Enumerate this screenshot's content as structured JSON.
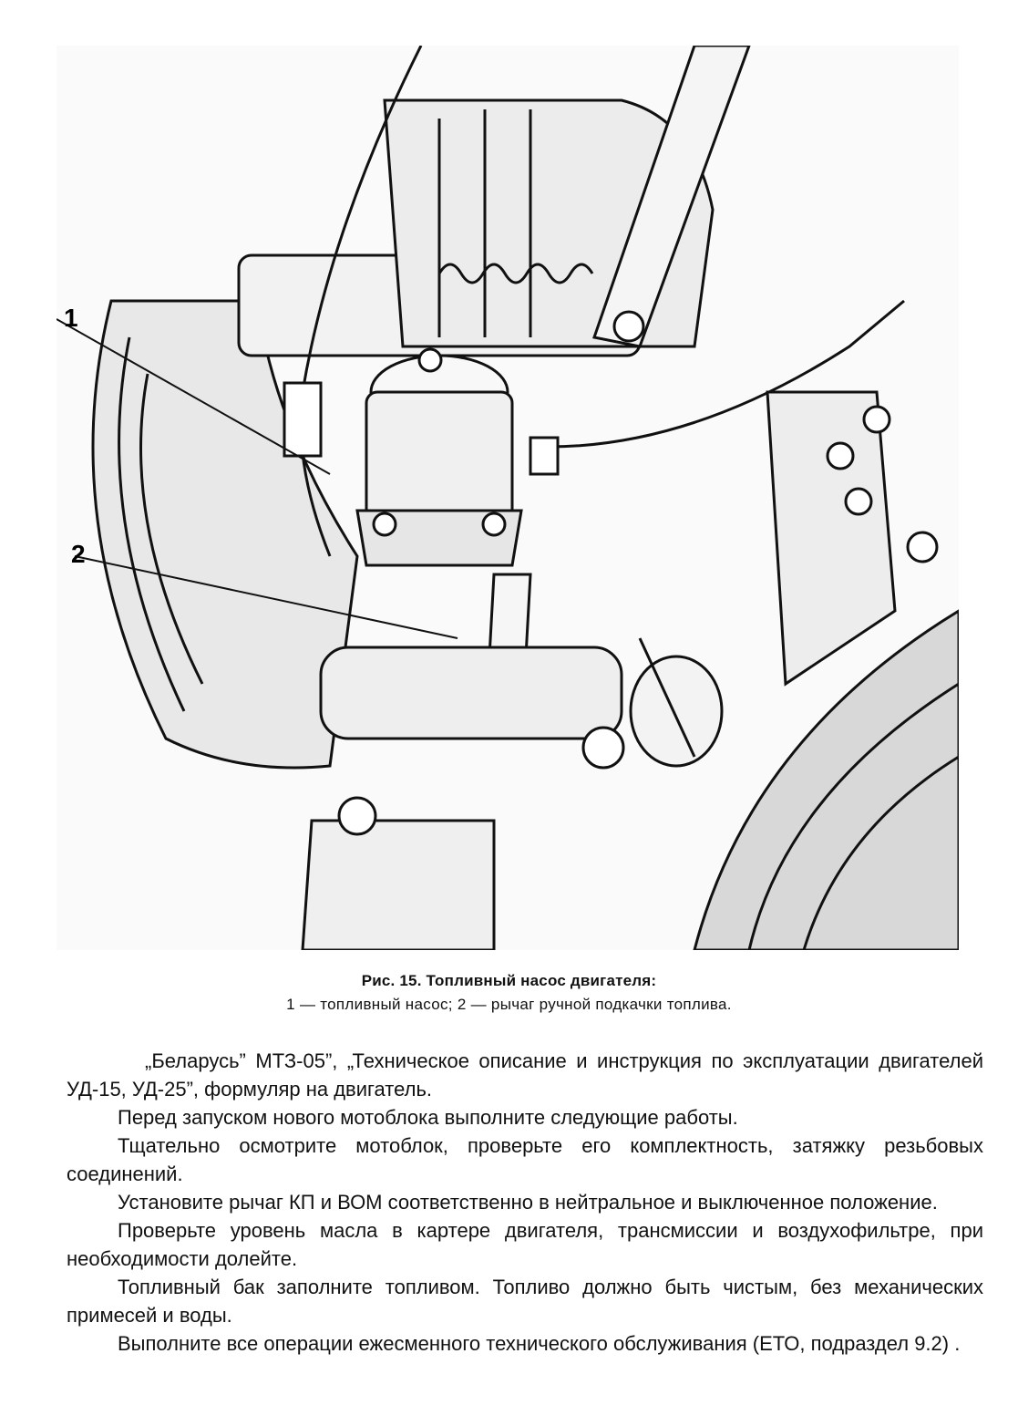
{
  "figure": {
    "callouts": [
      "1",
      "2"
    ],
    "caption_title": "Рис. 15. Топливный насос двигателя:",
    "caption_legend": "1 — топливный насос; 2 — рычаг ручной подкачки топлива."
  },
  "paragraphs": [
    "„Беларусь” МТЗ-05”, „Техническое описание и инструкция по эксплуатации двигателей УД-15, УД-25”, формуляр на двигатель.",
    "Перед запуском нового мотоблока выполните следующие работы.",
    "Тщательно осмотрите мотоблок, проверьте его комплектность, затяжку резьбовых соединений.",
    "Установите рычаг КП и ВОМ соответственно в нейтральное и выключенное положение.",
    "Проверьте уровень масла в картере двигателя, трансмиссии и воздухофильтре, при необходимости долейте.",
    "Топливный бак заполните топливом. Топливо должно быть чистым, без механических примесей и воды.",
    "Выполните все операции ежесменного технического обслуживания (ЕТО, подраздел 9.2) ."
  ]
}
